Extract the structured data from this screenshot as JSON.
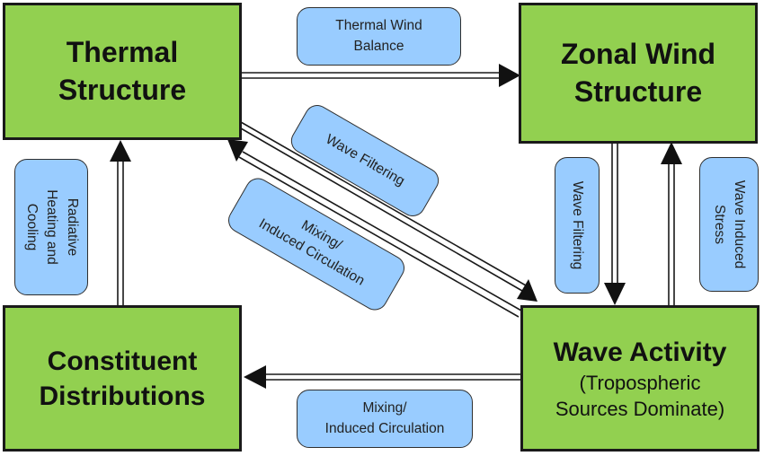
{
  "nodes": {
    "thermal_structure": {
      "title": "Thermal\nStructure"
    },
    "zonal_wind_structure": {
      "title": "Zonal Wind\nStructure"
    },
    "constituent_distributions": {
      "title": "Constituent\nDistributions"
    },
    "wave_activity": {
      "title": "Wave Activity",
      "subtitle": "(Tropospheric\nSources Dominate)"
    }
  },
  "edge_labels": {
    "thermal_wind_balance": "Thermal Wind\nBalance",
    "wave_filtering_diagonal": "Wave Filtering",
    "mixing_diagonal": "Mixing/\nInduced Circulation",
    "radiative": "Radiative\nHeating and\nCooling",
    "wave_filtering_vertical": "Wave Filtering",
    "wave_induced_stress": "Wave Induced\nStress",
    "mixing_bottom": "Mixing/\nInduced Circulation"
  },
  "colors": {
    "node_fill": "#92d050",
    "label_fill": "#99ccff",
    "outline": "#1a1a1a"
  }
}
